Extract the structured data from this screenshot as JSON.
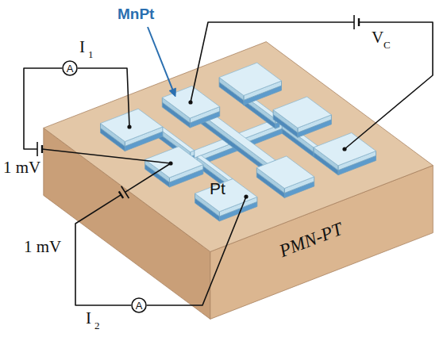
{
  "diagram": {
    "nodes": [
      {
        "text": [
          "A"
        ]
      },
      {
        "text": [
          "A"
        ]
      }
    ],
    "labels": [
      "MnPt",
      "I",
      "1",
      "1 mV",
      "1 mV",
      "Pt",
      "I",
      "2",
      "V",
      "C",
      "PMN-PT"
    ]
  }
}
